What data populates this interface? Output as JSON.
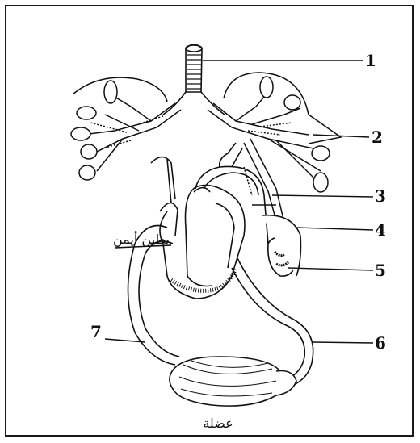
{
  "labels": {
    "n1": "1",
    "n2": "2",
    "n3": "3",
    "n4": "4",
    "n5": "5",
    "n6": "6",
    "n7": "7",
    "right_ventricle": "بطين أيمن",
    "muscle": "عضلة"
  }
}
